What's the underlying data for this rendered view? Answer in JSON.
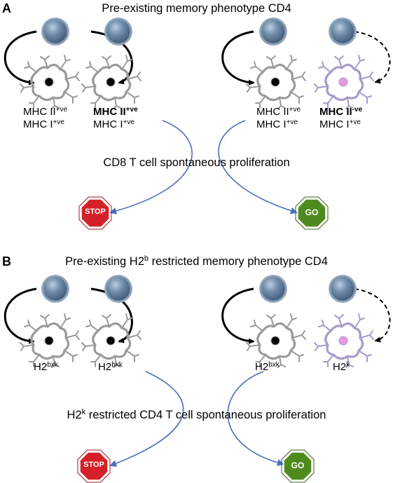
{
  "panel_a": {
    "letter": "A",
    "title": "Pre-existing memory phenotype CD4",
    "labels": [
      {
        "line1_prefix": "MHC II",
        "line1_sup": "+ve",
        "line2_prefix": "MHC I",
        "line2_sup": "+ve",
        "bold": false
      },
      {
        "line1_prefix": "MHC II",
        "line1_sup": "+ve",
        "line2_prefix": "MHC I",
        "line2_sup": "+ve",
        "bold": true
      },
      {
        "line1_prefix": "MHC II",
        "line1_sup": "+ve",
        "line2_prefix": "MHC I",
        "line2_sup": "+ve",
        "bold": false
      },
      {
        "line1_prefix": "MHC II",
        "line1_sup": "-ve",
        "line2_prefix": "MHC I",
        "line2_sup": "+ve",
        "bold": true
      }
    ],
    "center_text": "CD8 T cell spontaneous proliferation",
    "stop_label": "STOP",
    "go_label": "GO"
  },
  "panel_b": {
    "letter": "B",
    "title_prefix": "Pre-existing H2",
    "title_sup": "b",
    "title_suffix": " restricted memory phenotype CD4",
    "labels": [
      {
        "base": "H2",
        "sup": "bxk"
      },
      {
        "base": "H2",
        "sup": "bxk"
      },
      {
        "base": "H2",
        "sup": "bxk"
      },
      {
        "base": "H2",
        "sup": "k"
      }
    ],
    "center_prefix": "H2",
    "center_sup": "k",
    "center_suffix": " restricted CD4 T cell spontaneous proliferation",
    "stop_label": "STOP",
    "go_label": "GO"
  },
  "colors": {
    "t_cell": "#5a7694",
    "dc_outline": "#9a9a9a",
    "dc_nucleus": "#000000",
    "dc_mhc_neg_outline": "#a79ac8",
    "dc_mhc_neg_nucleus": "#e59ae0",
    "connector": "#4a6fc0",
    "stop": "#d42028",
    "go": "#4f8a1e"
  },
  "icons": [
    "t-cell-icon",
    "dendritic-cell-icon",
    "stop-sign-icon",
    "go-sign-icon"
  ]
}
